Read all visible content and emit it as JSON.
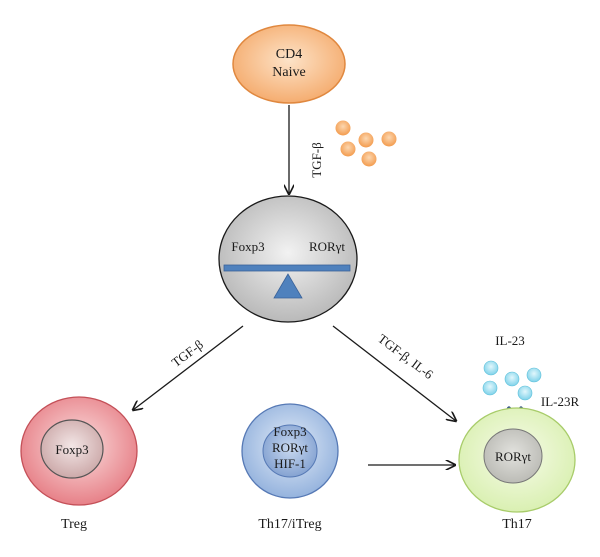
{
  "nodes": {
    "naive": {
      "line1": "CD4",
      "line2": "Naive"
    },
    "balance": {
      "left": "Foxp3",
      "right": "RORγt"
    },
    "treg": {
      "inner": "Foxp3",
      "caption": "Treg"
    },
    "th17_itreg": {
      "line1": "Foxp3",
      "line2": "RORγt",
      "line3": "HIF-1",
      "caption": "Th17/iTreg"
    },
    "th17": {
      "inner": "RORγt",
      "caption": "Th17"
    }
  },
  "edges": {
    "naive_to_balance": "TGF-β",
    "balance_to_treg": "TGF-β",
    "balance_to_th17": "TGF-β, IL-6"
  },
  "cytokines": {
    "il23_label": "IL-23",
    "il23r_label": "IL-23R"
  },
  "colors": {
    "naive_fill": "#f4b27a",
    "naive_stroke": "#e08a45",
    "balance_fill": "#c8c8c8",
    "beam": "#4f81bd",
    "treg_fill": "#e8868c",
    "th17_fill": "#def2b8",
    "th17_itreg_fill": "#9ab8e0",
    "tgf_dots": "#f4a460",
    "il23_dots": "#8fd8ec"
  }
}
